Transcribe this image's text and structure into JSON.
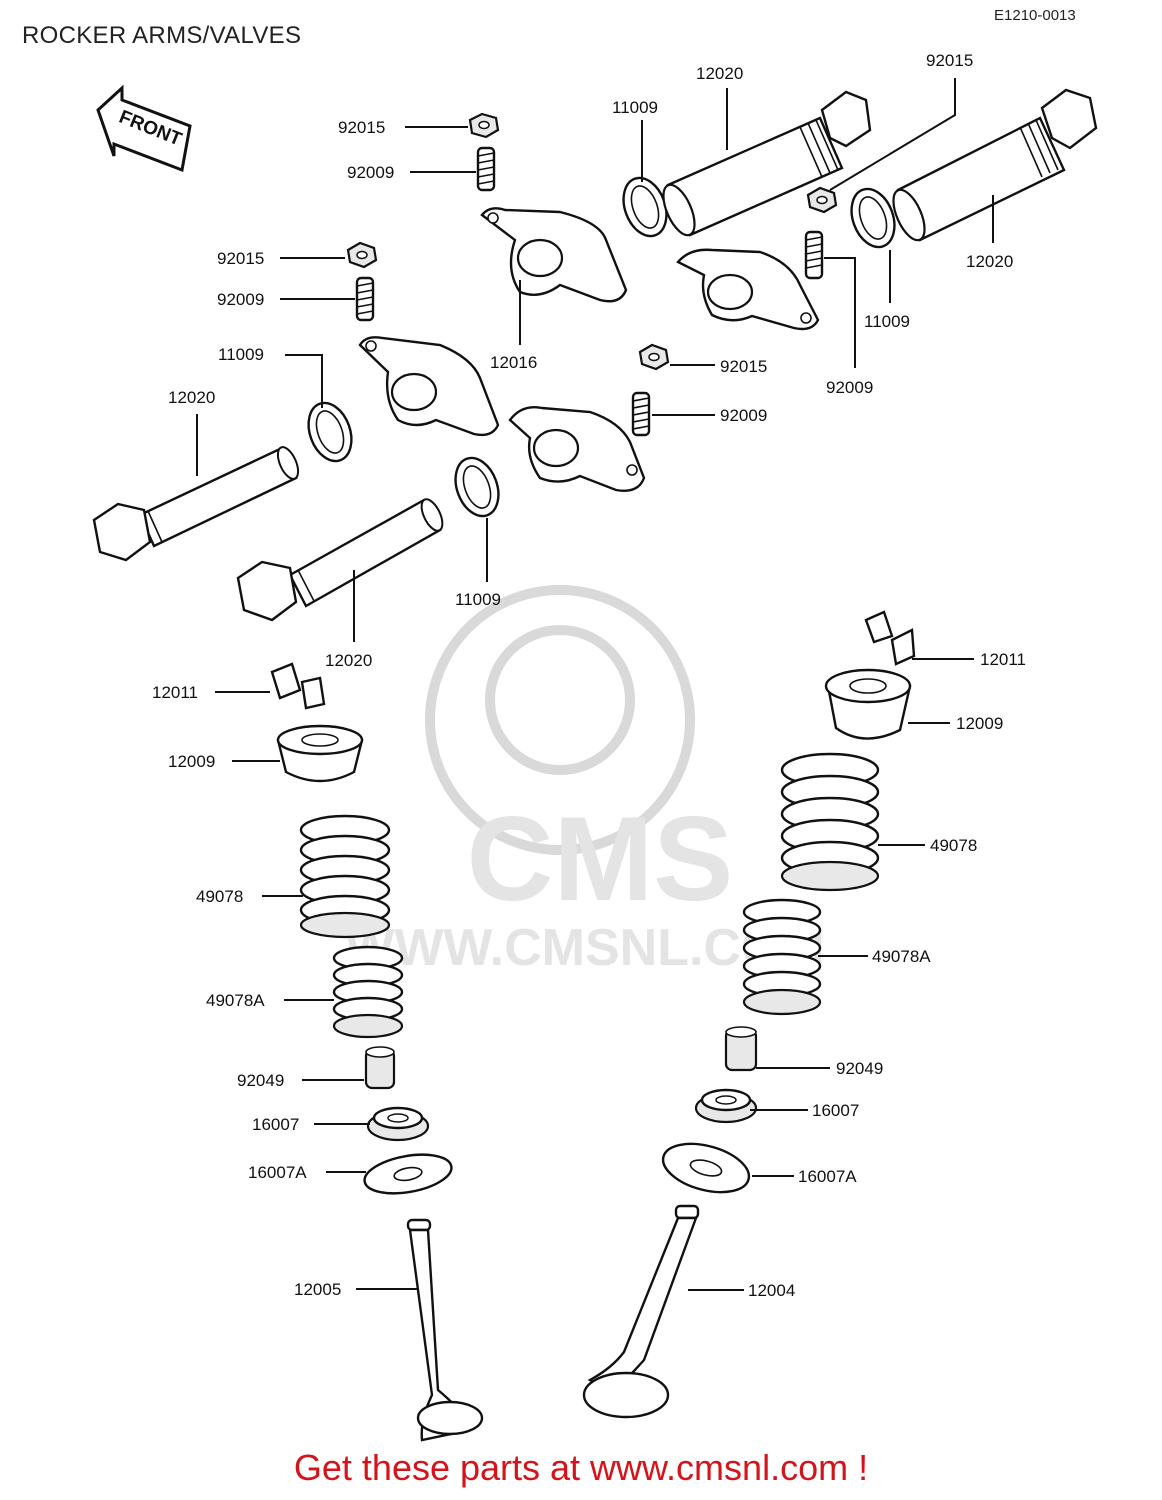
{
  "header": {
    "title": "ROCKER ARMS/VALVES",
    "diagram_code": "E1210-0013"
  },
  "front_arrow": {
    "label": "FRONT"
  },
  "watermark": {
    "brand": "CMS",
    "url": "WWW.CMSNL.COM"
  },
  "parts": {
    "p92015_a": "92015",
    "p92009_a": "92009",
    "p92015_b": "92015",
    "p92009_b": "92009",
    "p11009_a": "11009",
    "p12020_a": "12020",
    "p12016": "12016",
    "p11009_top": "11009",
    "p12020_top": "12020",
    "p92015_top": "92015",
    "p12020_right": "12020",
    "p11009_right": "11009",
    "p92009_right": "92009",
    "p92015_mid": "92015",
    "p92009_mid": "92009",
    "p11009_mid": "11009",
    "p12020_bottom": "12020",
    "p12011_l": "12011",
    "p12009_l": "12009",
    "p49078_l": "49078",
    "p49078A_l": "49078A",
    "p92049_l": "92049",
    "p16007_l": "16007",
    "p16007A_l": "16007A",
    "p12005": "12005",
    "p12011_r": "12011",
    "p12009_r": "12009",
    "p49078_r": "49078",
    "p49078A_r": "49078A",
    "p92049_r": "92049",
    "p16007_r": "16007",
    "p16007A_r": "16007A",
    "p12004": "12004"
  },
  "footer": {
    "cta": "Get these parts at www.cmsnl.com !"
  },
  "colors": {
    "cta": "#d4141a",
    "line": "#111111",
    "watermark": "#d9d9d9"
  }
}
